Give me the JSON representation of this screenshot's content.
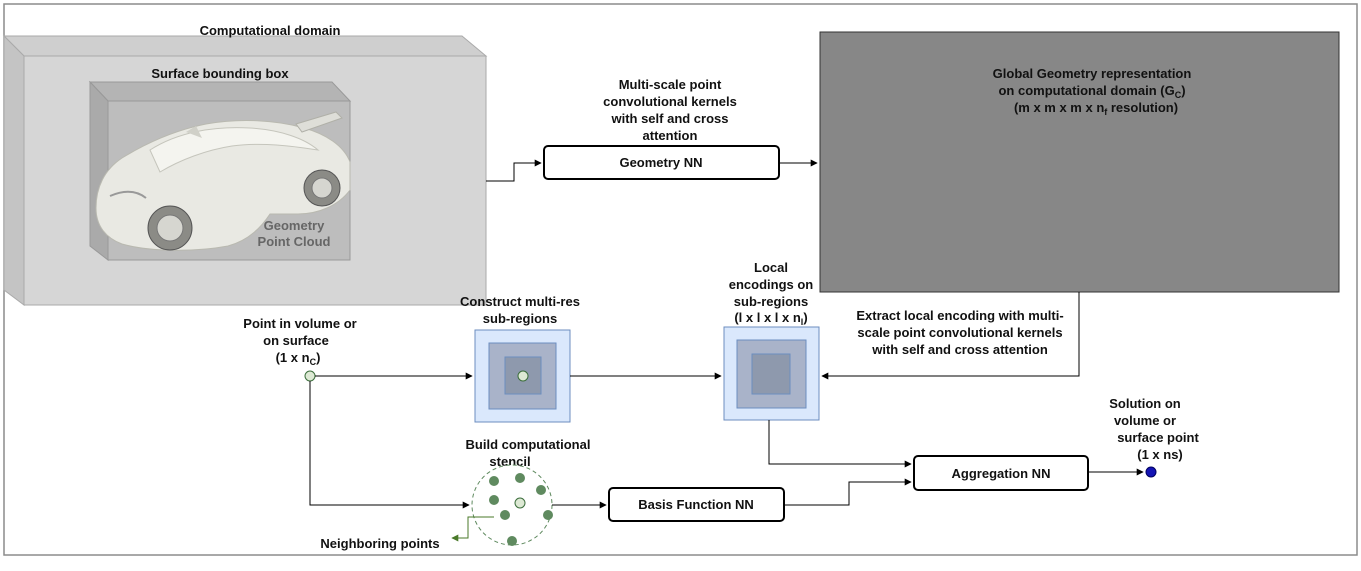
{
  "labels": {
    "computational_domain": "Computational domain",
    "surface_bounding_box": "Surface bounding box",
    "geometry_point_cloud": [
      "Geometry",
      "Point Cloud"
    ],
    "multiscale_kernels": [
      "Multi-scale point",
      "convolutional kernels",
      "with self and cross",
      "attention"
    ],
    "global_geometry": {
      "line1": "Global Geometry representation",
      "line2_pre": "on computational domain (G",
      "line2_sub": "C",
      "line2_post": ")",
      "line3_pre": "(m x m x m x n",
      "line3_sub": "f",
      "line3_post": " resolution)"
    },
    "local_encodings": {
      "line1": "Local",
      "line2": "encodings on",
      "line3": "sub-regions",
      "line4_pre": "(l x l x l x n",
      "line4_sub": "l",
      "line4_post": ")"
    },
    "extract_local": [
      "Extract local encoding with multi-",
      "scale point convolutional kernels",
      "with self and cross attention"
    ],
    "construct_multires": [
      "Construct multi-res",
      "sub-regions"
    ],
    "point_in_volume": {
      "line1": "Point in volume or",
      "line2": "on surface",
      "line3_pre": "(1 x n",
      "line3_sub": "C",
      "line3_post": ")"
    },
    "build_stencil": [
      "Build computational",
      "stencil"
    ],
    "neighboring_points": "Neighboring points",
    "solution": [
      "Solution on",
      "volume or",
      "surface point",
      "(1 x ns)"
    ]
  },
  "boxes": {
    "geometry_nn": "Geometry NN",
    "aggregation_nn": "Aggregation NN",
    "basis_function_nn": "Basis Function NN"
  },
  "colors": {
    "frame": "#8c8c8c",
    "domain_box": "#d6d6d6",
    "bbox_box": "#bdbdbd",
    "global_repr": "#878787",
    "subregion_outer": "#dae8fc",
    "subregion_border": "#6c8ebf",
    "subregion_mid": "#a9b3c9",
    "subregion_inner": "#8e99ad",
    "stencil_point": "#5f8a5f",
    "neighbor_arrow": "#4a7a2a",
    "solution_point": "#1414b4"
  }
}
